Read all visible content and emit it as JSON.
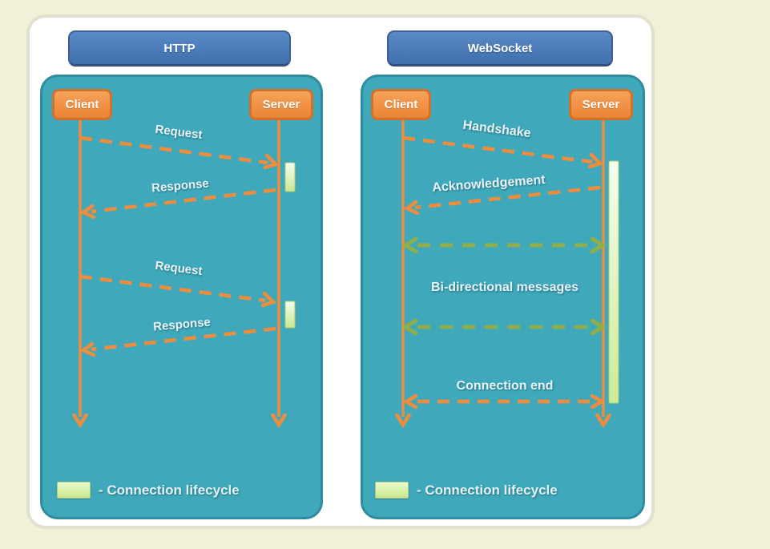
{
  "diagram": {
    "type": "sequence-diagram-comparison",
    "colors": {
      "page_bg": "#f2f1d8",
      "card_bg": "#ffffff",
      "panel_teal": "#3fa9bb",
      "panel_border": "#2e8c9e",
      "title_blue": "#4b7bb8",
      "actor_orange": "#f09145",
      "arrow_orange": "#ef8c3e",
      "arrow_green": "#8fae4b",
      "lifecycle_bar_green": "#d5efa4",
      "label_text": "#e9f3f7"
    },
    "http_panel": {
      "title": "HTTP",
      "client": "Client",
      "server": "Server",
      "messages": [
        {
          "label": "Request",
          "from": "client",
          "to": "server"
        },
        {
          "label": "Response",
          "from": "server",
          "to": "client"
        },
        {
          "label": "Request",
          "from": "client",
          "to": "server"
        },
        {
          "label": "Response",
          "from": "server",
          "to": "client"
        }
      ],
      "legend": "- Connection lifecycle"
    },
    "websocket_panel": {
      "title": "WebSocket",
      "client": "Client",
      "server": "Server",
      "messages": [
        {
          "label": "Handshake",
          "from": "client",
          "to": "server"
        },
        {
          "label": "Acknowledgement",
          "from": "server",
          "to": "client"
        },
        {
          "label": "Bi-directional messages",
          "bidirectional": true
        },
        {
          "label": "Connection end",
          "bidirectional": true
        }
      ],
      "legend": "- Connection lifecycle"
    }
  }
}
